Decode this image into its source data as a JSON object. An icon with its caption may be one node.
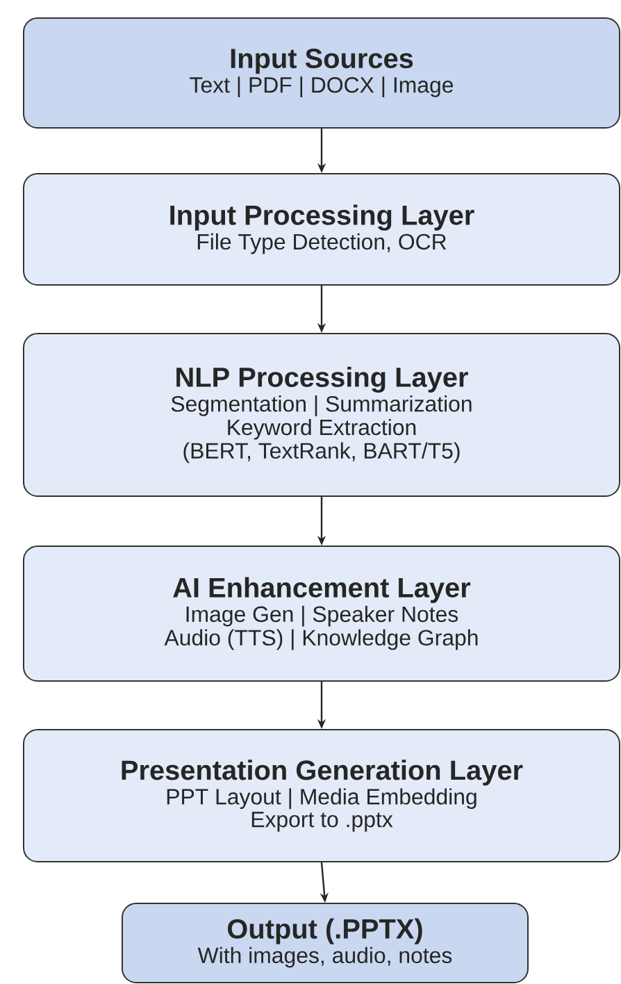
{
  "diagram": {
    "nodes": [
      {
        "text": [
          "Input Sources",
          "Text | PDF | DOCX | Image"
        ]
      },
      {
        "text": [
          "Input Processing Layer",
          "File Type Detection, OCR"
        ]
      },
      {
        "text": [
          "NLP Processing Layer",
          "Segmentation | Summarization",
          "Keyword Extraction",
          "(BERT, TextRank, BART/T5)"
        ]
      },
      {
        "text": [
          "AI Enhancement Layer",
          "Image Gen | Speaker Notes",
          "Audio (TTS) | Knowledge Graph"
        ]
      },
      {
        "text": [
          "Presentation Generation Layer",
          "PPT Layout | Media Embedding",
          "Export to .pptx"
        ]
      },
      {
        "text": [
          "Output (.PPTX)",
          "With images, audio, notes"
        ]
      }
    ],
    "edges": [
      {
        "from": 0,
        "to": 1,
        "arrow": "to"
      },
      {
        "from": 1,
        "to": 2,
        "arrow": "to"
      },
      {
        "from": 2,
        "to": 3,
        "arrow": "to"
      },
      {
        "from": 3,
        "to": 4,
        "arrow": "to"
      },
      {
        "from": 4,
        "to": 5,
        "arrow": "to"
      }
    ]
  }
}
